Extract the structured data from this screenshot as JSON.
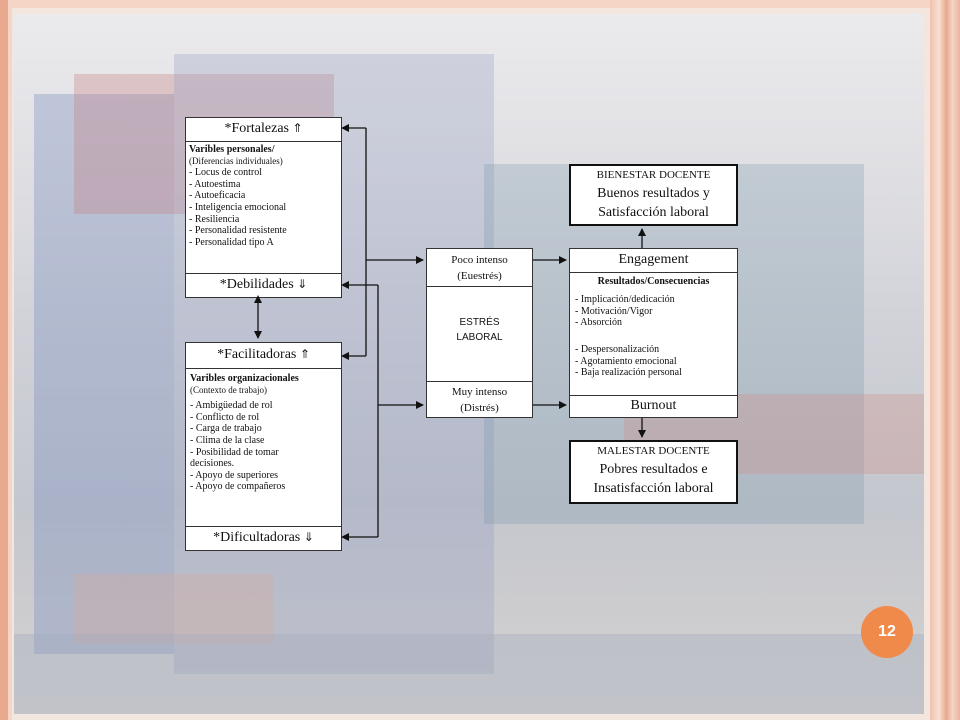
{
  "page_number": "12",
  "fortalezas": {
    "title": "*Fortalezas",
    "title_glyph": "⇑",
    "group_label": "Varibles personales/",
    "group_sub": "(Diferencias individuales)",
    "items": [
      "- Locus de control",
      "- Autoestima",
      "- Autoeficacia",
      "- Inteligencia  emocional",
      "- Resiliencia",
      "- Personalidad resistente",
      "- Personalidad tipo A"
    ]
  },
  "debilidades": {
    "title": "*Debilidades",
    "title_glyph": "⇓"
  },
  "facilitadoras": {
    "title": "*Facilitadoras",
    "title_glyph": "⇑",
    "group_label": "Varibles organizacionales",
    "group_sub": "(Contexto de trabajo)",
    "items": [
      "- Ambigüedad de rol",
      "- Conflicto de rol",
      "- Carga de trabajo",
      "- Clima de la clase",
      "- Posibilidad de tomar",
      "decisiones.",
      "- Apoyo de superiores",
      "- Apoyo de compañeros"
    ]
  },
  "dificultadoras": {
    "title": "*Dificultadoras",
    "title_glyph": "⇓"
  },
  "estres": {
    "top_line1": "Poco intenso",
    "top_line2": "(Euestrés)",
    "mid_line1": "ESTRÉS",
    "mid_line2": "LABORAL",
    "bottom_line1": "Muy intenso",
    "bottom_line2": "(Distrés)"
  },
  "bienestar": {
    "label": "BIENESTAR  DOCENTE",
    "line1": "Buenos resultados y",
    "line2": "Satisfacción laboral"
  },
  "malestar": {
    "label": "MALESTAR  DOCENTE",
    "line1": "Pobres resultados e",
    "line2": "Insatisfacción laboral"
  },
  "resultados": {
    "engagement": "Engagement",
    "subtitle": "Resultados/Consecuencias",
    "positive_items": [
      "- Implicación/dedicación",
      "- Motivación/Vigor",
      "- Absorción"
    ],
    "negative_items": [
      "- Despersonalización",
      "- Agotamiento  emocional",
      "- Baja realización  personal"
    ],
    "burnout": "Burnout"
  },
  "colors": {
    "badge": "#f08a4b",
    "frame": "#e8a98e",
    "box_border": "#333333"
  }
}
